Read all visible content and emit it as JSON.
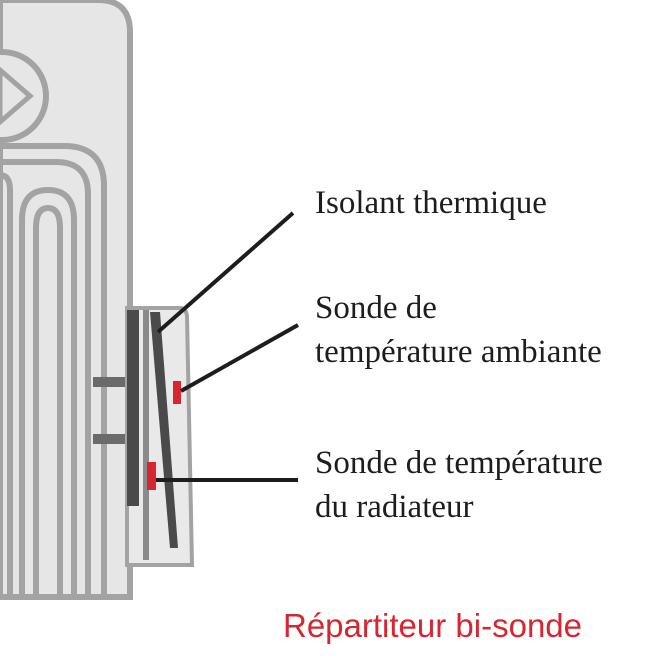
{
  "labels": {
    "isolant": "Isolant thermique",
    "ambiante_line1": "Sonde de",
    "ambiante_line2": "température ambiante",
    "radiateur_line1": "Sonde de température",
    "radiateur_line2": "du radiateur"
  },
  "title": "Répartiteur bi-sonde",
  "colors": {
    "accent": "#d7262f",
    "radiator_fill": "#e6e6e6",
    "radiator_stroke": "#a3a3a3",
    "device_dark": "#4a4a4a",
    "text": "#1d1d1b"
  }
}
